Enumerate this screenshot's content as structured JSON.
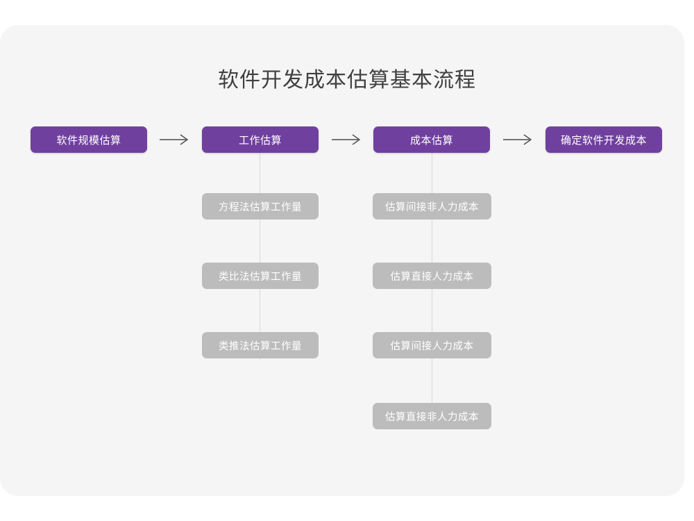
{
  "diagram": {
    "title": "软件开发成本估算基本流程",
    "colors": {
      "card_background": "#f5f5f5",
      "page_background": "#ffffff",
      "primary_node": "#70409f",
      "secondary_node": "#bcbcbc",
      "title_text": "#3f3f3f",
      "node_text": "#ffffff",
      "connector_line": "#d6d6d6",
      "arrow": "#4a4a4a"
    },
    "main_flow": [
      {
        "id": "step-1",
        "label": "软件规模估算"
      },
      {
        "id": "step-2",
        "label": "工作估算"
      },
      {
        "id": "step-3",
        "label": "成本估算"
      },
      {
        "id": "step-4",
        "label": "确定软件开发成本"
      }
    ],
    "arrows": [
      {
        "id": "arrow-1",
        "glyph": "→",
        "from": "软件规模估算",
        "to": "工作估算"
      },
      {
        "id": "arrow-2",
        "glyph": "→",
        "from": "工作估算",
        "to": "成本估算"
      },
      {
        "id": "arrow-3",
        "glyph": "→",
        "from": "成本估算",
        "to": "确定软件开发成本"
      }
    ],
    "branches": [
      {
        "id": "branch-work-estimation",
        "parent": "工作估算",
        "items": [
          {
            "id": "work-1",
            "label": "方程法估算工作量"
          },
          {
            "id": "work-2",
            "label": "类比法估算工作量"
          },
          {
            "id": "work-3",
            "label": "类推法估算工作量"
          }
        ]
      },
      {
        "id": "branch-cost-estimation",
        "parent": "成本估算",
        "items": [
          {
            "id": "cost-1",
            "label": "估算间接非人力成本"
          },
          {
            "id": "cost-2",
            "label": "估算直接人力成本"
          },
          {
            "id": "cost-3",
            "label": "估算间接人力成本"
          },
          {
            "id": "cost-4",
            "label": "估算直接非人力成本"
          }
        ]
      }
    ]
  }
}
